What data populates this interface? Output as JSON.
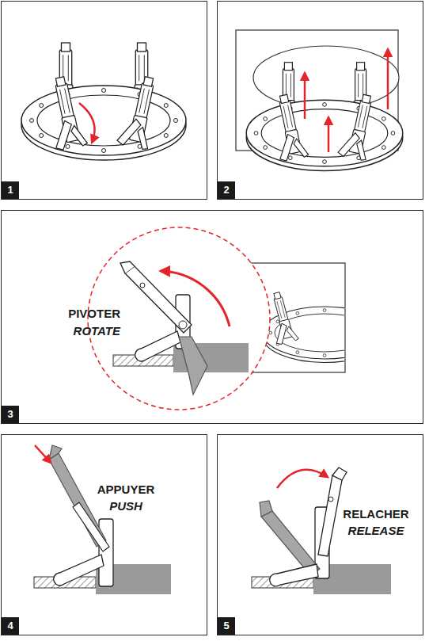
{
  "diagram": {
    "nodes": [
      {
        "text": [
          "1"
        ]
      },
      {
        "text": [
          "2"
        ]
      },
      {
        "text": [
          "PIVOTER",
          "ROTATE",
          "3"
        ]
      },
      {
        "text": [
          "APPUYER",
          "PUSH",
          "4"
        ]
      },
      {
        "text": [
          "RELACHER",
          "RELEASE",
          "5"
        ]
      }
    ]
  }
}
